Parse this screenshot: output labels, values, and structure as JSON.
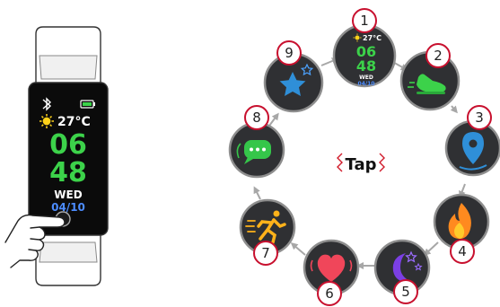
{
  "band": {
    "temperature": "27°C",
    "hour": "06",
    "minute": "48",
    "weekday": "WED",
    "date": "04/10"
  },
  "center_label": "Tap",
  "cycle": {
    "screen_order": [
      "home-clock",
      "steps",
      "location",
      "calories",
      "sleep",
      "heart-rate",
      "exercise",
      "messages",
      "favorites"
    ],
    "home_screen": {
      "temperature": "27°C",
      "hour": "06",
      "minute": "48",
      "weekday": "WED",
      "date": "04/10"
    },
    "numbers": [
      "1",
      "2",
      "3",
      "4",
      "5",
      "6",
      "7",
      "8",
      "9"
    ]
  },
  "colors": {
    "number_ring": "#c8102e",
    "node_fill": "#2f3033",
    "node_ring": "#8e8e8e",
    "arrow": "#a7a7a7",
    "digits": "#3cd24a",
    "date": "#4c8cff",
    "sun": "#ffd21a"
  },
  "icons": [
    "bluetooth-icon",
    "battery-icon",
    "sun-icon",
    "shoe-icon",
    "location-pin-icon",
    "flame-icon",
    "moon-stars-icon",
    "heart-icon",
    "runner-icon",
    "chat-bubble-icon",
    "star-icon",
    "hand-icon"
  ]
}
